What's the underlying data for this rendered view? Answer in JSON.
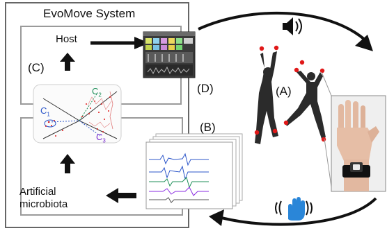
{
  "system_title": "EvoMove System",
  "host_label": "Host",
  "microbiota_line1": "Artificial",
  "microbiota_line2": "microbiota",
  "panel_labels": {
    "a": "(A)",
    "b": "(B)",
    "c": "(C)",
    "d": "(D)"
  },
  "cluster_labels": {
    "c1": "C",
    "c1_sub": "1",
    "c2": "C",
    "c2_sub": "2",
    "c3": "C",
    "c3_sub": "3"
  },
  "icons": {
    "sound": "speaker-icon",
    "gesture": "waving-hand-icon"
  },
  "colors": {
    "frame": "#555555",
    "arrow": "#111111",
    "hand_blue": "#2a86d8",
    "sensor_red": "#e01818",
    "dancer": "#2b2b2b"
  }
}
